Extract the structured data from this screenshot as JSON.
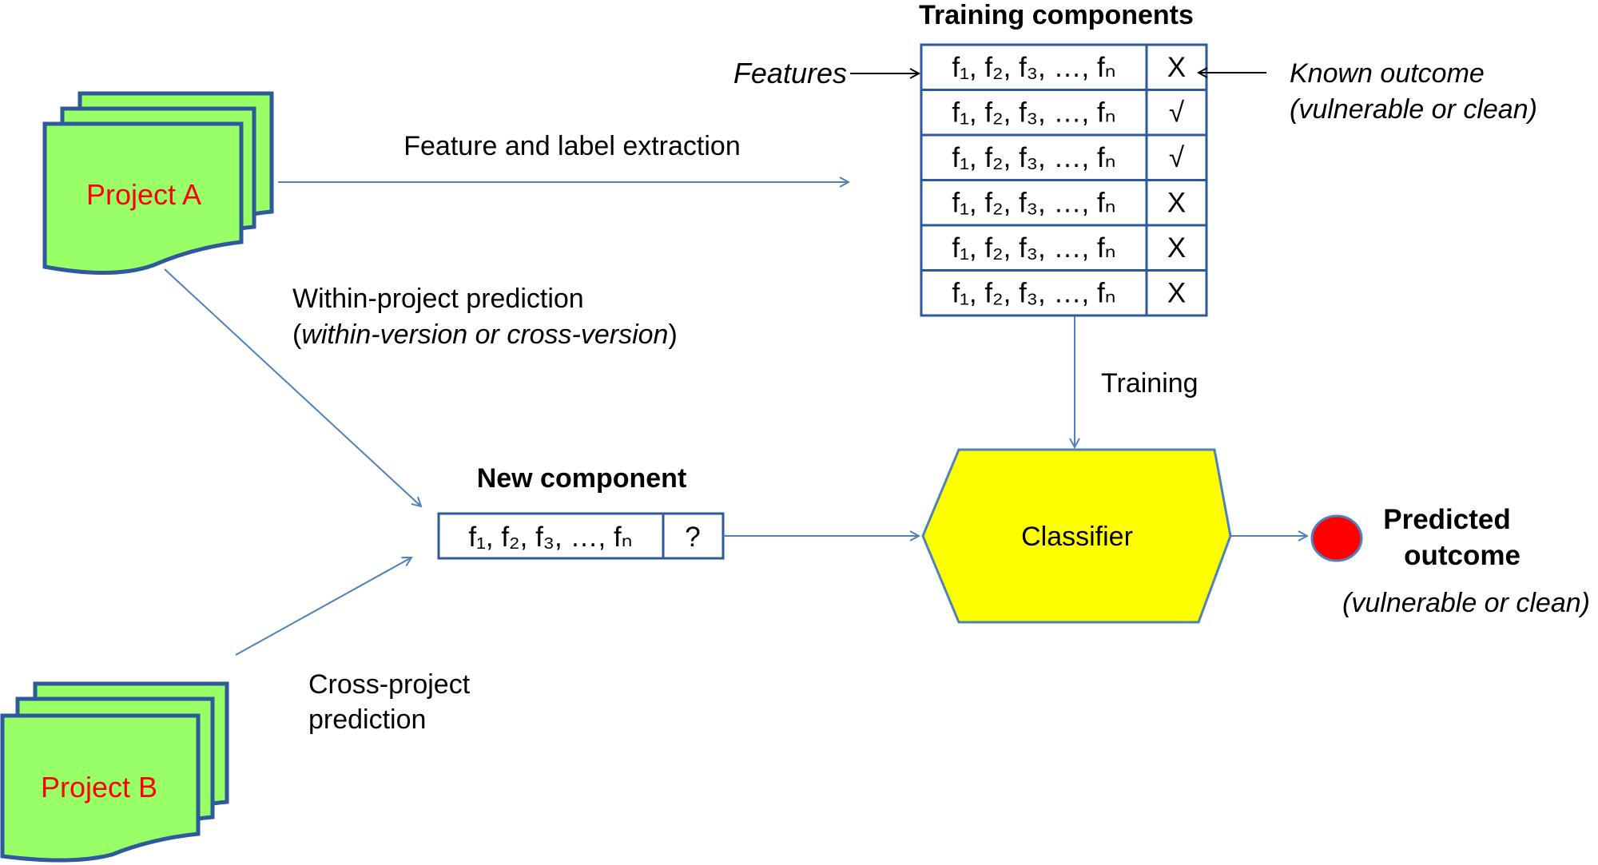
{
  "projects": {
    "a_label": "Project A",
    "b_label": "Project B"
  },
  "training": {
    "title": "Training components",
    "features_label": "Features",
    "outcome_label": "Known outcome",
    "outcome_sub": "(vulnerable or clean)",
    "rows": [
      {
        "features": "f₁, f₂, f₃, …, fₙ",
        "outcome": "X"
      },
      {
        "features": "f₁, f₂, f₃, …, fₙ",
        "outcome": "√"
      },
      {
        "features": "f₁, f₂, f₃, …, fₙ",
        "outcome": "√"
      },
      {
        "features": "f₁, f₂, f₃, …, fₙ",
        "outcome": "X"
      },
      {
        "features": "f₁, f₂, f₃, …, fₙ",
        "outcome": "X"
      },
      {
        "features": "f₁, f₂, f₃, …, fₙ",
        "outcome": "X"
      }
    ]
  },
  "flows": {
    "extraction": "Feature and label extraction",
    "within_line1": "Within-project prediction",
    "within_open": "(",
    "within_part1": "within-version",
    "within_or": " or ",
    "within_part2": "cross-version",
    "within_close": ")",
    "cross_line1": "Cross-project",
    "cross_line2": "prediction",
    "training": "Training"
  },
  "new_component": {
    "title": "New component",
    "features": "f₁, f₂, f₃, …, fₙ",
    "outcome": "?"
  },
  "classifier": {
    "label": "Classifier"
  },
  "prediction": {
    "line1": "Predicted",
    "line2": "outcome",
    "sub": "(vulnerable or clean)"
  },
  "colors": {
    "doc_fill": "#99ff66",
    "doc_stroke": "#2e5a9c",
    "arrow_blue": "#4f81bd",
    "classifier_fill": "#ffff00",
    "classifier_stroke": "#4f81bd",
    "project_text": "#ff0000",
    "dot": "#ff0000"
  }
}
